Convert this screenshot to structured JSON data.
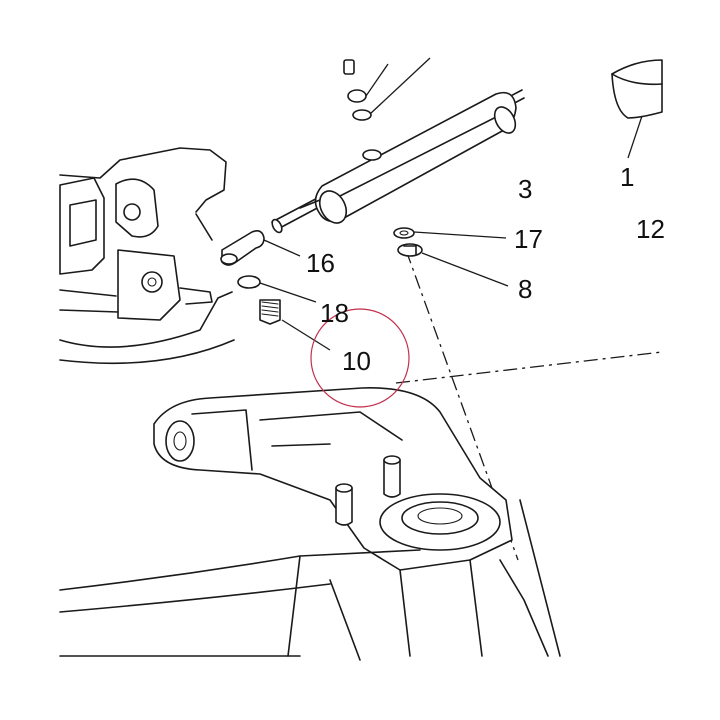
{
  "diagram": {
    "callouts": [
      {
        "id": "c-1",
        "label": "1"
      },
      {
        "id": "c-3",
        "label": "3"
      },
      {
        "id": "c-8",
        "label": "8"
      },
      {
        "id": "c-10",
        "label": "10"
      },
      {
        "id": "c-12",
        "label": "12"
      },
      {
        "id": "c-16",
        "label": "16"
      },
      {
        "id": "c-17",
        "label": "17"
      },
      {
        "id": "c-18",
        "label": "18"
      }
    ],
    "highlight_color": "#c0304a",
    "line_color": "#1a1a1a"
  }
}
